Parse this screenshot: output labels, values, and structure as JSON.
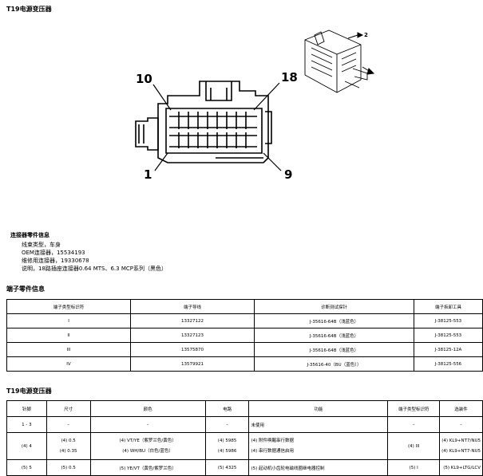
{
  "page_title": "T19电源变压器",
  "diagram": {
    "pin_labels": {
      "p10": "10",
      "p18": "18",
      "p1": "1",
      "p9": "9"
    },
    "arrow2": "2"
  },
  "connector_info": {
    "heading": "连接器零件信息",
    "lines": [
      "线束类型，车身",
      "OEM连接器，15534193",
      "维修用连接器，19330678",
      "说明，18路插座连接器0.64 MTS、6.3 MCP系列（黑色）"
    ]
  },
  "terminal_info": {
    "heading": "端子零件信息",
    "headers": [
      "端子类型标识符",
      "端子导线",
      "诊断测试探针",
      "端子拆卸工具"
    ],
    "rows": [
      [
        "I",
        "13327122",
        "J-35616-64B（浅蓝色）",
        "J-38125-553"
      ],
      [
        "II",
        "13327123",
        "J-35616-64B（浅蓝色）",
        "J-38125-553"
      ],
      [
        "III",
        "13575870",
        "J-35616-64B（浅蓝色）",
        "J-38125-12A"
      ],
      [
        "IV",
        "13579921",
        "J-35616-40（BU（蓝色））",
        "J-38125-556"
      ]
    ]
  },
  "pinout": {
    "heading": "T19电源变压器",
    "headers": [
      "针脚",
      "尺寸",
      "颜色",
      "电路",
      "功能",
      "端子类型标识符",
      "选装件"
    ],
    "row1": [
      "1 - 3",
      "–",
      "–",
      "–",
      "未使用",
      "–",
      "–"
    ],
    "row2": {
      "pin": "(4) 4",
      "size": [
        "(4) 0.5",
        "(4) 0.35"
      ],
      "color": [
        "(4) VT/YE（紫罗兰色/黄色）",
        "(4) WH/BU（白色/蓝色）"
      ],
      "circuit": [
        "(4) 5985",
        "(4) 5986"
      ],
      "function": [
        "(4) 附件唤醒串行数据",
        "(4) 串行数据通信启用"
      ],
      "terminal": "(4) III",
      "option": [
        "(4) KL9+NT7/NU5",
        "(4) KL9+NT7-NU5"
      ]
    },
    "row3": [
      "(5) 5",
      "(5) 0.5",
      "(5) YE/VT（黄色/紫罗兰色）",
      "(5) 4325",
      "(5) 起动机小齿轮电磁线圈继电器控制",
      "(5) I",
      "(5) KL9+LTG/LCV"
    ]
  }
}
